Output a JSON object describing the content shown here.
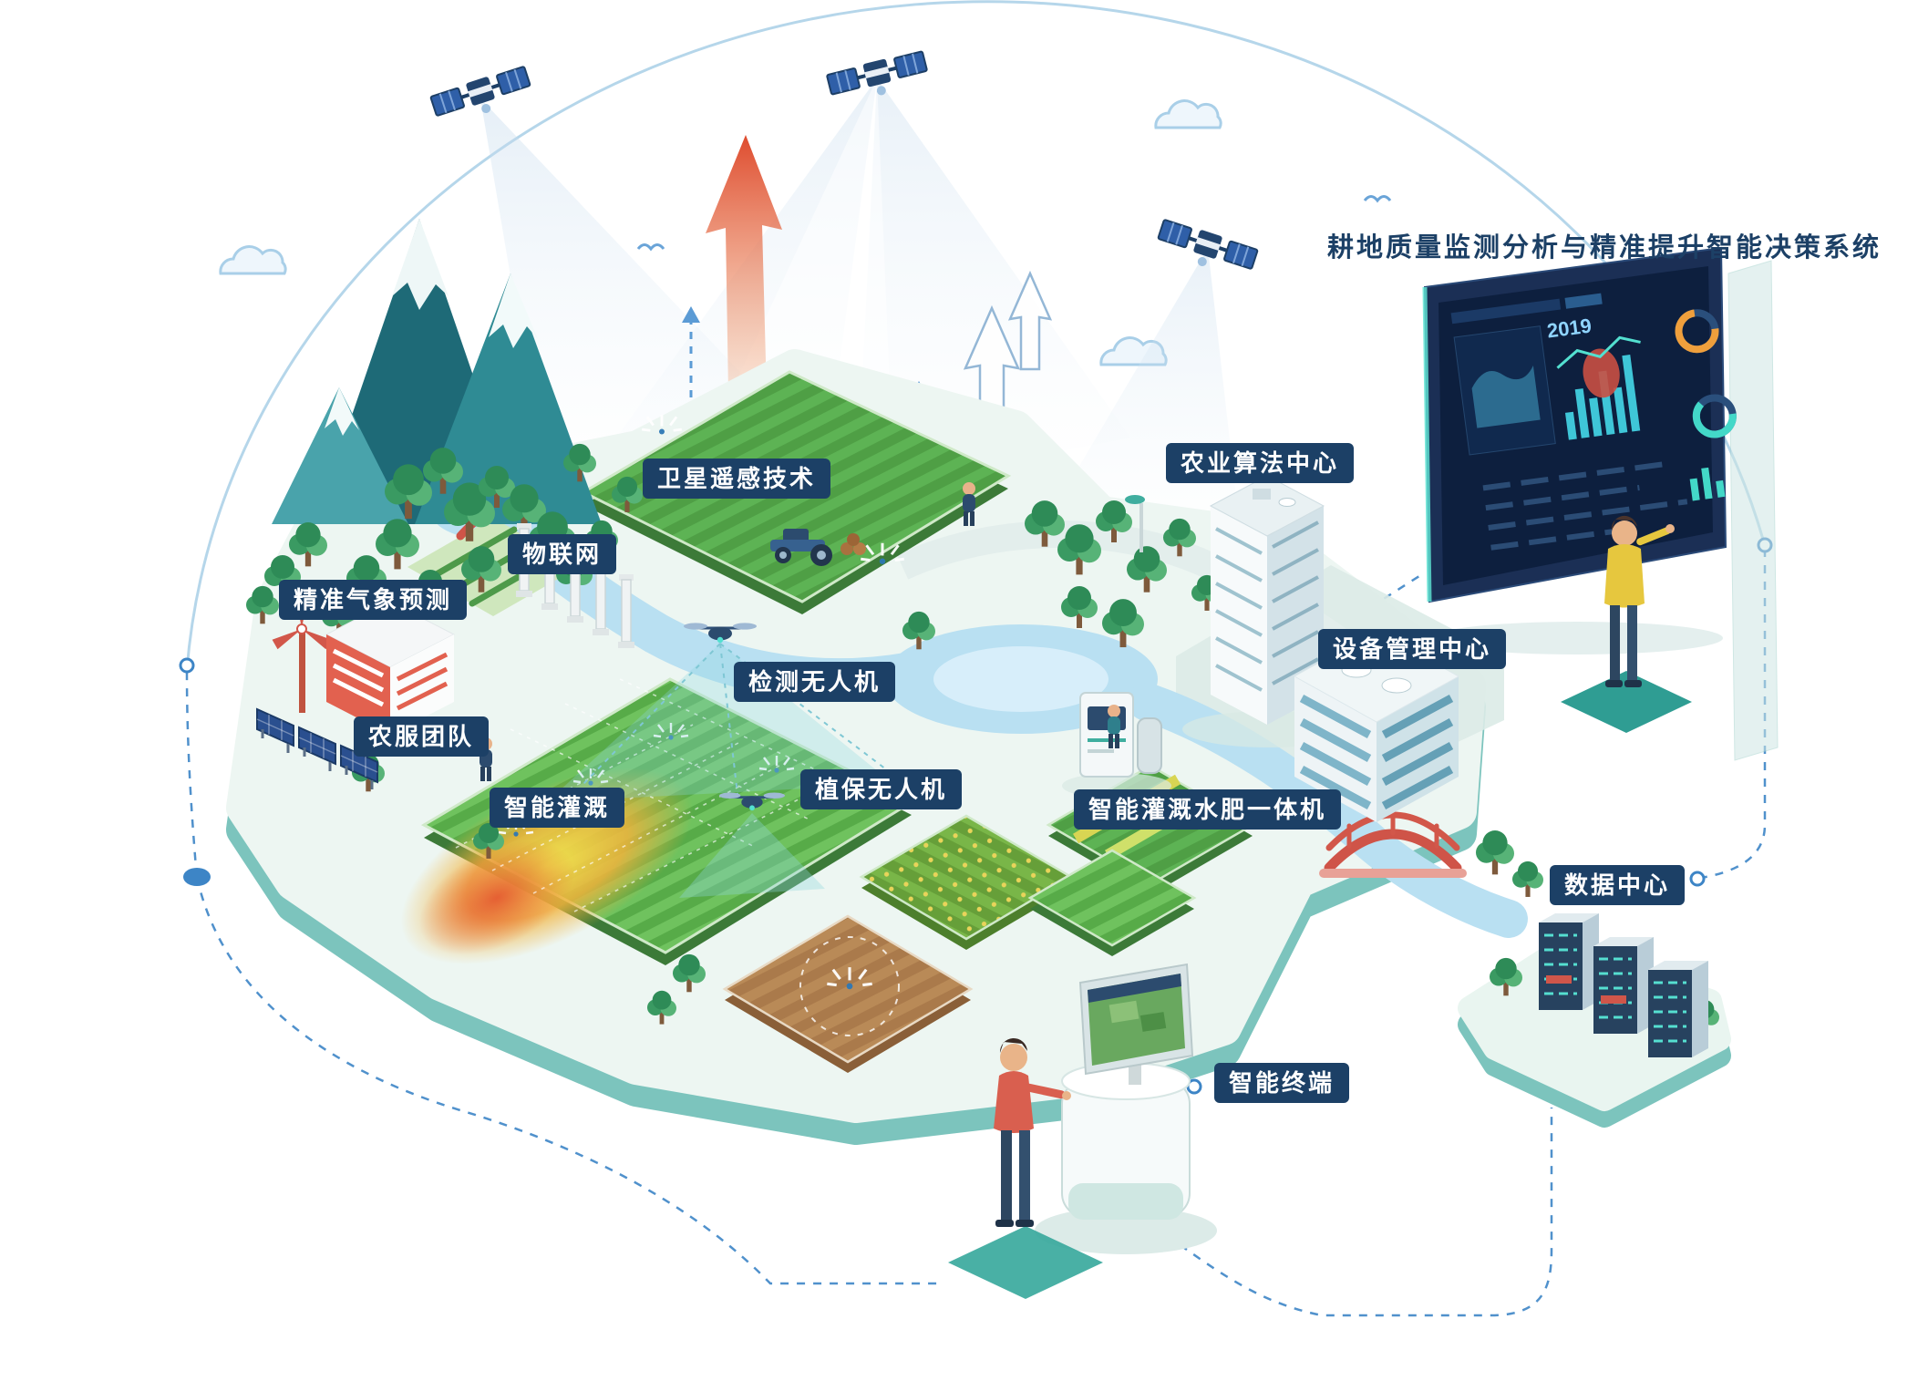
{
  "title": "耕地质量监测分析与精准提升智能决策系统",
  "labels": {
    "satellite_remote_sensing": "卫星遥感技术",
    "iot": "物联网",
    "precision_weather": "精准气象预测",
    "agri_service_team": "农服团队",
    "smart_irrigation": "智能灌溉",
    "detection_drone": "检测无人机",
    "plant_protection_drone": "植保无人机",
    "irrigation_fertilizer_machine": "智能灌溉水肥一体机",
    "agri_algorithm_center": "农业算法中心",
    "equipment_management_center": "设备管理中心",
    "data_center": "数据中心",
    "smart_terminal": "智能终端"
  },
  "dashboard": {
    "year_badge": "2019"
  },
  "colors": {
    "label_bg": "#1c4066",
    "title_text": "#1c4066",
    "accent_teal": "#35a79b",
    "accent_red": "#d2574a",
    "sky_blue": "#aed3ea"
  }
}
